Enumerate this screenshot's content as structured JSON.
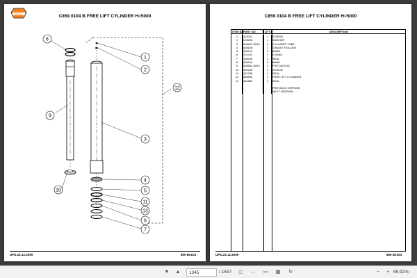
{
  "document": {
    "title": "C859 0104 B  FREE LIFT CYLINDER H=5000",
    "footer_left": "UPD.22.12.2009",
    "footer_right": "859 B0104",
    "logo_text": "RENTAL"
  },
  "drawing": {
    "callouts": [
      "8",
      "1",
      "2",
      "12",
      "9",
      "3",
      "4",
      "10",
      "5",
      "11",
      "13",
      "6",
      "7"
    ]
  },
  "parts_table": {
    "headers": {
      "item": "ITEM ID",
      "part": "PART NO.",
      "qty": "QTY",
      "desc": "DESCRIPTION"
    },
    "rows": [
      {
        "item": "1",
        "part": "123011",
        "qty": "1",
        "desc": "SCREW"
      },
      {
        "item": "2",
        "part": "123028",
        "qty": "1",
        "desc": "WASHER"
      },
      {
        "item": "3",
        "part": "408647-5000",
        "qty": "1",
        "desc": "CYLINDER TUBE"
      },
      {
        "item": "4",
        "part": "408108",
        "qty": "1",
        "desc": "GASKET HOLDER"
      },
      {
        "item": "5",
        "part": "455014",
        "qty": "2",
        "desc": "BAND"
      },
      {
        "item": "6",
        "part": "170741",
        "qty": "1",
        "desc": "O-RING"
      },
      {
        "item": "7",
        "part": "198226",
        "qty": "1",
        "desc": "SEAL"
      },
      {
        "item": "8",
        "part": "455016",
        "qty": "2",
        "desc": "BAND"
      },
      {
        "item": "9",
        "part": "408651-5000",
        "qty": "1",
        "desc": "PISTON ROD"
      },
      {
        "item": "10",
        "part": "169233",
        "qty": "1",
        "desc": "SCREW"
      },
      {
        "item": "11",
        "part": "187236",
        "qty": "1",
        "desc": "SEAL"
      },
      {
        "item": "12",
        "part": "465596",
        "qty": "1",
        "desc": "FREE LIFT CYLINDER"
      },
      {
        "item": "13",
        "part": "464583",
        "qty": "1",
        "desc": "SEAL"
      }
    ],
    "notes": [
      "PREVIOUS VERSION",
      "NEXT VERSION"
    ]
  },
  "toolbar": {
    "current_page": "1345",
    "page_total": "/ 1557",
    "zoom": "69.92%",
    "icons": [
      "page-down-icon",
      "page-up-icon",
      "fit-page-icon",
      "fit-width-icon",
      "single-page-icon",
      "two-page-icon",
      "rotate-icon",
      "zoom-out-icon",
      "zoom-in-icon"
    ]
  }
}
